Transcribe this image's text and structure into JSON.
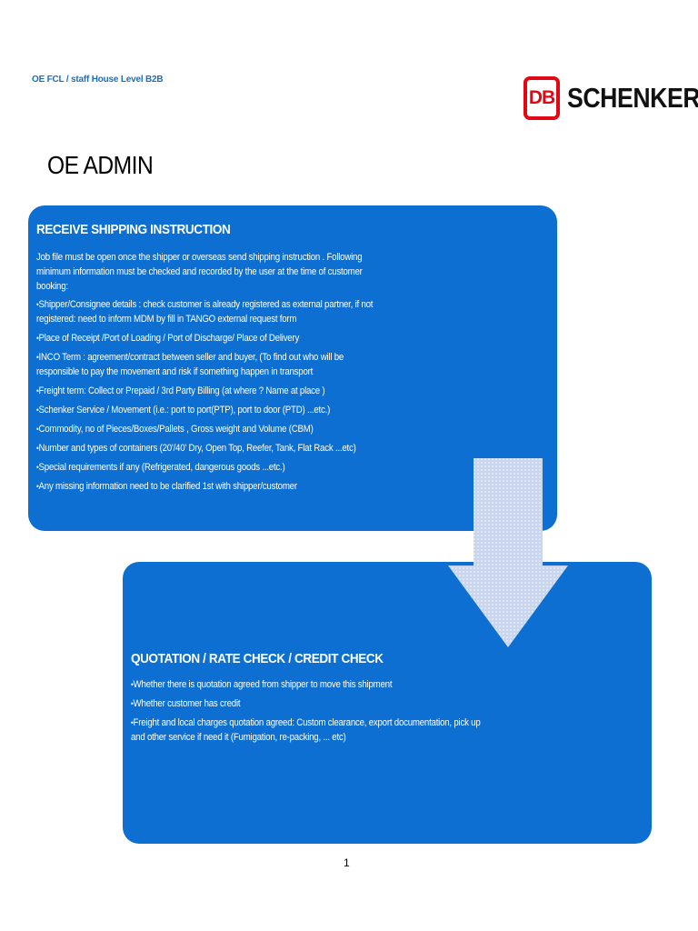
{
  "header": {
    "note": "OE FCL / staff House Level  B2B",
    "logo_db": "DB",
    "logo_word": "SCHENKER"
  },
  "title": "OE ADMIN",
  "box1": {
    "title": "RECEIVE SHIPPING INSTRUCTION",
    "intro": "Job file must be open once the shipper or overseas send shipping instruction .  Following minimum information must be checked and recorded by the user at the time of customer booking:",
    "bullets": [
      "Shipper/Consignee details : check customer is already registered as external partner, if not registered: need to inform MDM by fill in TANGO external request form",
      "Place of Receipt /Port of Loading / Port of Discharge/ Place of Delivery",
      "INCO Term : agreement/contract between seller and buyer, (To find out who will be responsible to pay the movement and risk if something happen in transport",
      "Freight term: Collect or Prepaid / 3rd Party Billing (at where ? Name at place )",
      "Schenker Service / Movement (i.e.: port to port(PTP), port to door (PTD) ...etc.)",
      "Commodity, no of Pieces/Boxes/Pallets , Gross weight and Volume (CBM)",
      "Number and types of containers (20'/40' Dry, Open Top, Reefer, Tank, Flat Rack ...etc)",
      "Special requirements if any (Refrigerated, dangerous goods ...etc.)",
      "Any missing information need to be clarified 1st with shipper/customer"
    ]
  },
  "box2": {
    "title": "QUOTATION / RATE CHECK / CREDIT CHECK",
    "bullets": [
      "Whether there is quotation agreed from shipper to move this shipment",
      "Whether customer has credit",
      "Freight and local charges quotation agreed: Custom clearance, export documentation, pick up and other service if need it (Fumigation, re-packing, ... etc)"
    ]
  },
  "page_number": "1",
  "colors": {
    "box": "#0c6fd1",
    "arrow": "#c9d6ee",
    "brand_red": "#e30613",
    "header_note": "#1f6fb2"
  }
}
